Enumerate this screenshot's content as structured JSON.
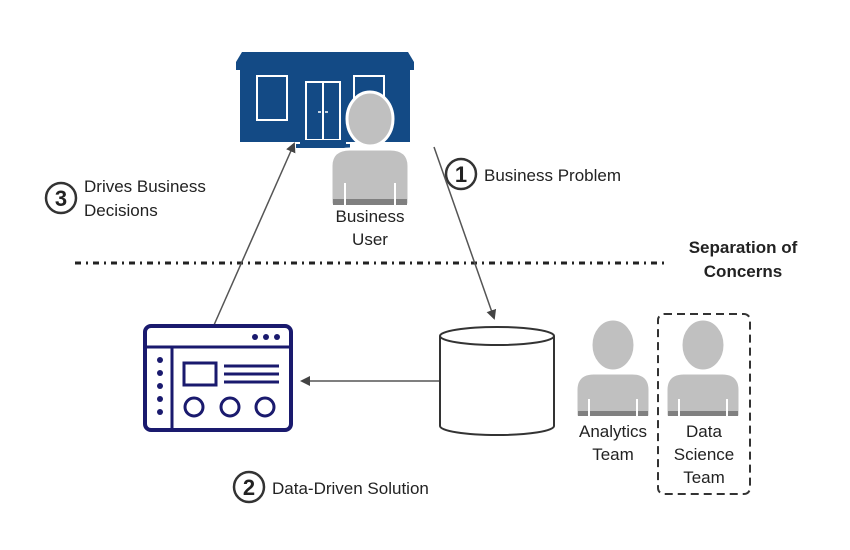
{
  "labels": {
    "business_user_line1": "Business",
    "business_user_line2": "User",
    "step1_number": "1",
    "step1_text": "Business Problem",
    "step2_number": "2",
    "step2_text": "Data-Driven Solution",
    "step3_number": "3",
    "step3_line1": "Drives Business",
    "step3_line2": "Decisions",
    "separation_line1": "Separation of",
    "separation_line2": "Concerns",
    "analytics_line1": "Analytics",
    "analytics_line2": "Team",
    "ds_line1": "Data",
    "ds_line2": "Science",
    "ds_line3": "Team"
  },
  "colors": {
    "building": "#134a85",
    "person": "#c0c0c0",
    "person_stripe": "#808080",
    "dashboard": "#1a1a6e",
    "arrow": "#555555",
    "text": "#222222"
  },
  "icons": [
    "building-icon",
    "person-icon",
    "database-icon",
    "dashboard-icon"
  ]
}
